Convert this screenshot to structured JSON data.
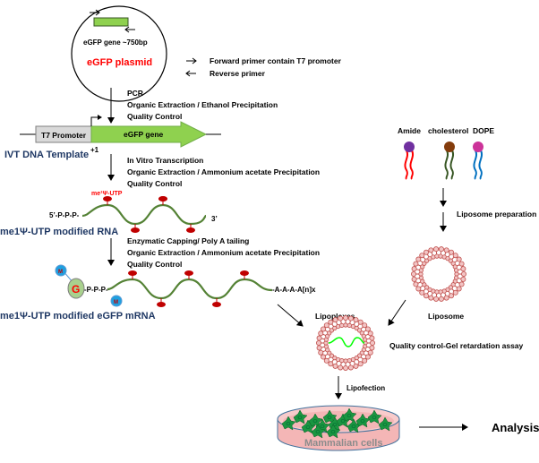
{
  "plasmid": {
    "gene_label": "eGFP gene ~750bp",
    "name": "eGFP plasmid"
  },
  "legend": {
    "forward": "Forward primer contain T7 promoter",
    "reverse": "Reverse primer"
  },
  "step1": [
    "PCR",
    "Organic Extraction / Ethanol Precipitation",
    "Quality Control"
  ],
  "template": {
    "promoter": "T7 Promoter",
    "gene": "eGFP gene",
    "plus_one": "+1",
    "title": "IVT DNA Template"
  },
  "step2": [
    "In Vitro Transcription",
    "Organic Extraction / Ammonium acetate Precipitation",
    "Quality Control"
  ],
  "rna": {
    "modification": "me¹Ψ-UTP",
    "five_prime": "5’-P-P-P-",
    "three_prime": "3’",
    "title": "me1Ψ-UTP modified RNA"
  },
  "step3": [
    "Enzymatic Capping/ Poly A tailing",
    "Organic Extraction / Ammonium acetate Precipitation",
    "Quality Control"
  ],
  "mrna": {
    "cap_g": "G",
    "methyl": "M",
    "triphosphate": "-P-P-P-",
    "poly_a": "-A-A-A-A[n]x",
    "title": "me1Ψ-UTP modified eGFP mRNA"
  },
  "lipids": {
    "labels": [
      "Amide",
      "cholesterol",
      "DOPE"
    ],
    "head_colors": [
      "#7030a0",
      "#843c0c",
      "#cc3399"
    ],
    "tail_colors": [
      "#ff0000",
      "#375623",
      "#0070c0"
    ]
  },
  "liposome_prep": "Liposome preparation",
  "liposome_label": "Liposome",
  "lipoplexes_label": "Lipoplexes",
  "qc_label": "Quality control-Gel retardation assay",
  "lipofection_label": "Lipofection",
  "cells_label": "Mammalian cells",
  "analysis_label": "Analysis",
  "colors": {
    "title_blue": "#1f3864",
    "red": "#ff0000",
    "green": "#70ad47",
    "rna_green": "#548235",
    "lipid": "#c0504d"
  }
}
